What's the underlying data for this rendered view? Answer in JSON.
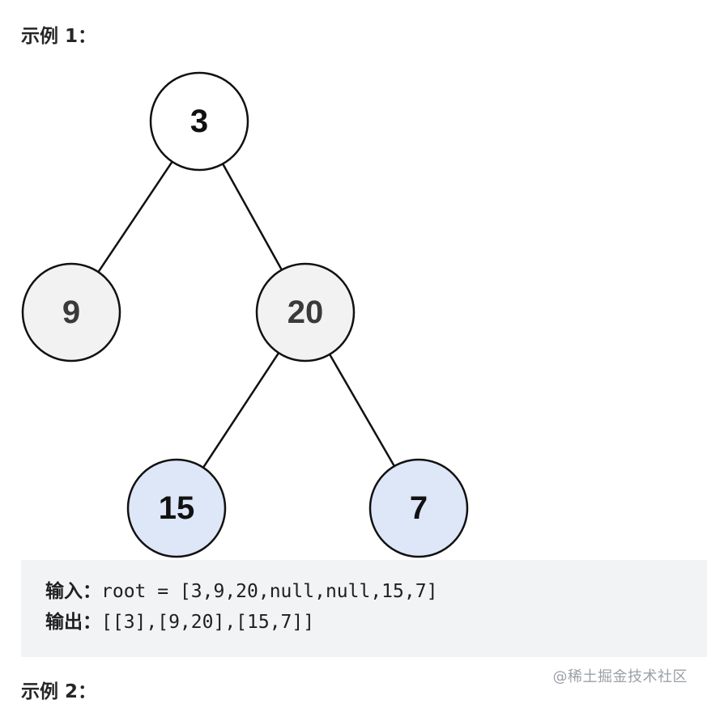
{
  "example1": {
    "title": "示例 1："
  },
  "tree": {
    "nodes": [
      {
        "id": "n3",
        "label": "3",
        "fill": "#ffffff",
        "text_color": "#111111"
      },
      {
        "id": "n9",
        "label": "9",
        "fill": "#f2f2f2",
        "text_color": "#3a3a3a"
      },
      {
        "id": "n20",
        "label": "20",
        "fill": "#f2f2f2",
        "text_color": "#3a3a3a"
      },
      {
        "id": "n15",
        "label": "15",
        "fill": "#dde7f7",
        "text_color": "#111111"
      },
      {
        "id": "n7",
        "label": "7",
        "fill": "#dde7f7",
        "text_color": "#111111"
      }
    ],
    "edges": [
      {
        "from": "n3",
        "to": "n9"
      },
      {
        "from": "n3",
        "to": "n20"
      },
      {
        "from": "n20",
        "to": "n15"
      },
      {
        "from": "n20",
        "to": "n7"
      }
    ]
  },
  "code": {
    "input_label": "输入：",
    "input_value": "root = [3,9,20,null,null,15,7]",
    "output_label": "输出：",
    "output_value": "[[3],[9,20],[15,7]]"
  },
  "watermark": "@稀土掘金技术社区",
  "example2": {
    "title": "示例 2："
  }
}
